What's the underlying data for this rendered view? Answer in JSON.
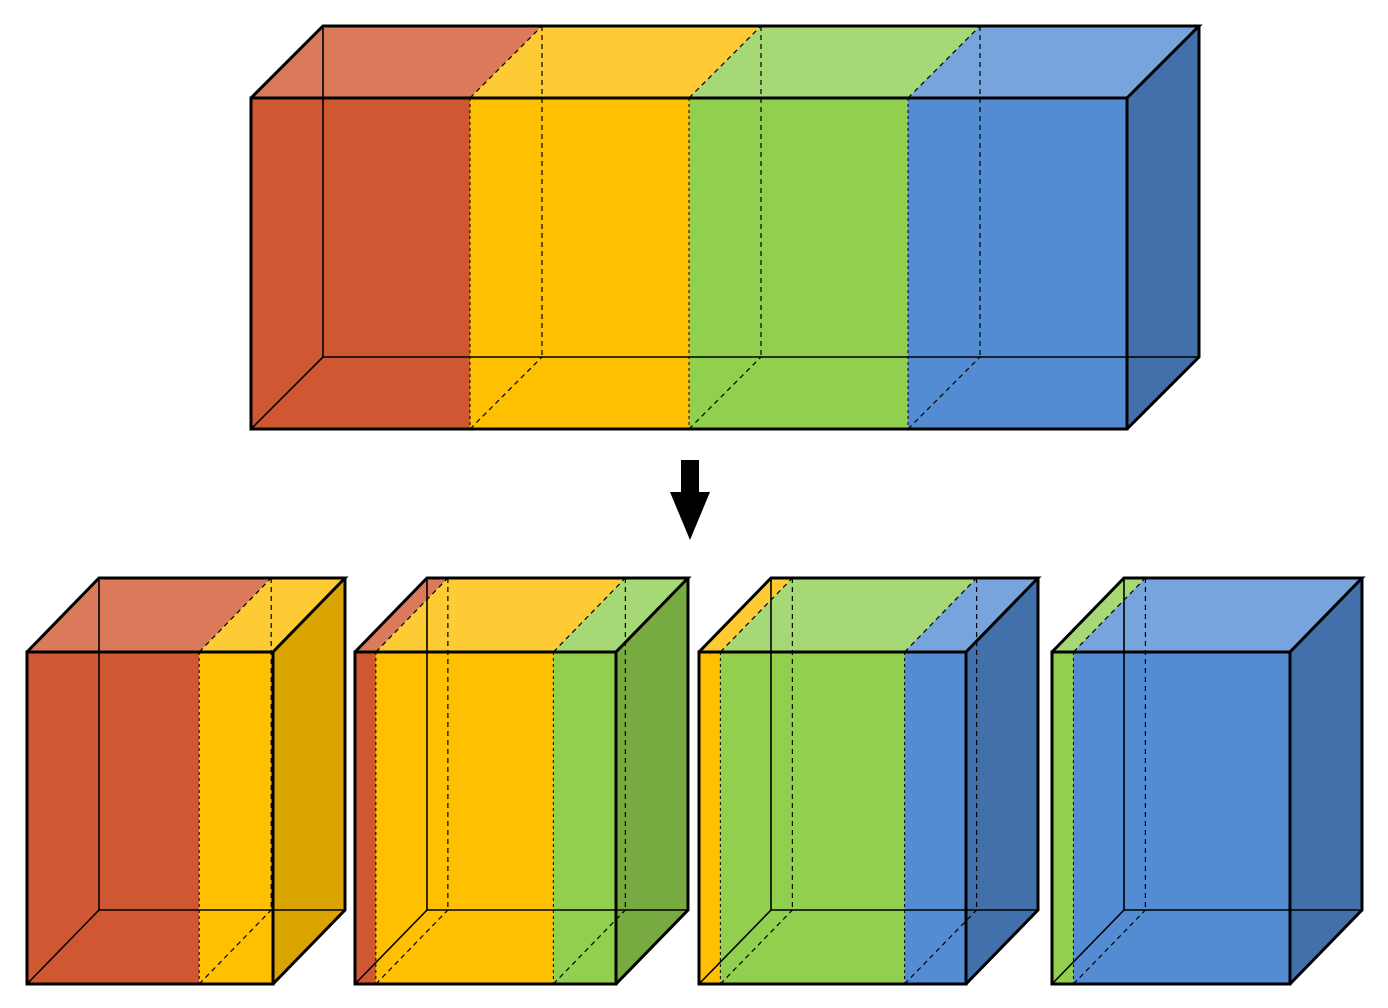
{
  "colors": {
    "red": {
      "front": "#CF5732",
      "top": "#DA7A5B",
      "side": "#A8462A"
    },
    "yellow": {
      "front": "#FEC000",
      "top": "#FECB34",
      "side": "#D9A400"
    },
    "green": {
      "front": "#91CF4F",
      "top": "#A6D876",
      "side": "#77AA40"
    },
    "blue": {
      "front": "#548CD3",
      "top": "#77A4DC",
      "side": "#4270AA"
    },
    "edge": "#000000"
  },
  "top_block": {
    "bands": [
      "red",
      "yellow",
      "green",
      "blue"
    ]
  },
  "arrow": {
    "icon": "down-arrow-icon",
    "direction": "down"
  },
  "split_blocks": [
    {
      "name": "block-1",
      "segments": [
        {
          "color": "red",
          "weight": 0.7
        },
        {
          "color": "yellow",
          "weight": 0.3
        }
      ]
    },
    {
      "name": "block-2",
      "segments": [
        {
          "color": "red",
          "weight": 0.08
        },
        {
          "color": "yellow",
          "weight": 0.68
        },
        {
          "color": "green",
          "weight": 0.24
        }
      ]
    },
    {
      "name": "block-3",
      "segments": [
        {
          "color": "yellow",
          "weight": 0.08
        },
        {
          "color": "green",
          "weight": 0.69
        },
        {
          "color": "blue",
          "weight": 0.23
        }
      ]
    },
    {
      "name": "block-4",
      "segments": [
        {
          "color": "green",
          "weight": 0.09
        },
        {
          "color": "blue",
          "weight": 0.91
        }
      ]
    }
  ]
}
